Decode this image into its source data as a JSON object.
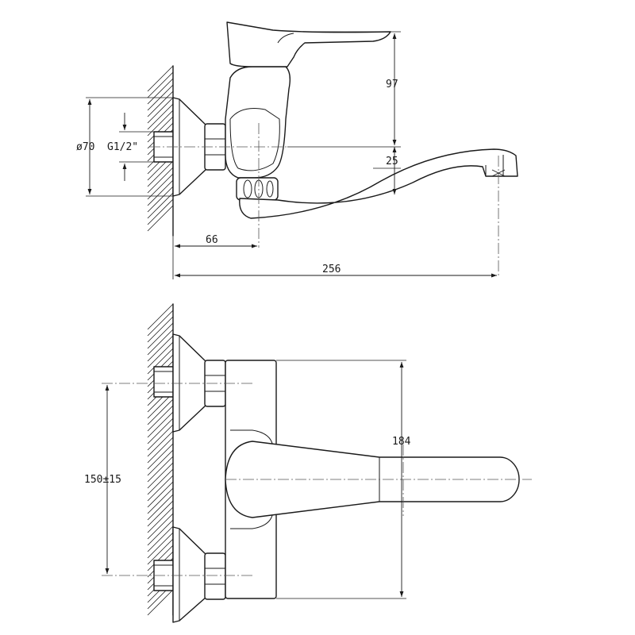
{
  "dimensions": {
    "height_top": "97",
    "offset_spout": "25",
    "projection_body": "66",
    "projection_total": "256",
    "flange_diameter": "ø70",
    "thread": "G1/2\"",
    "height_front": "184",
    "center_distance": "150±15"
  },
  "colors": {
    "line": "#1a1a1a",
    "background": "#ffffff"
  }
}
